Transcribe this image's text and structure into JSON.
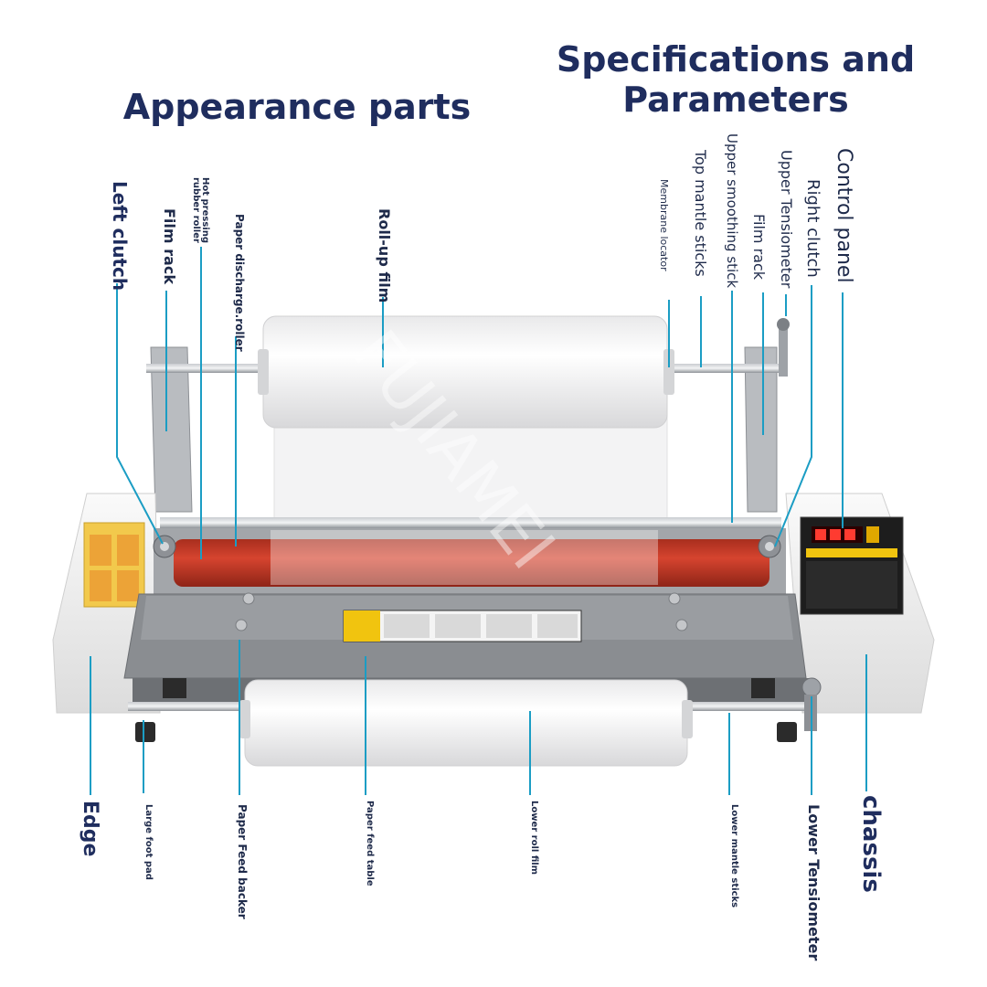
{
  "titles": {
    "appearance": "Appearance parts",
    "specifications": "Specifications and Parameters"
  },
  "labels": {
    "left_clutch": "Left clutch",
    "film_rack_left": "Film rack",
    "hot_pressing_rubber_roller": "Hot pressing rubber roller",
    "paper_discharge_roller": "Paper discharge.roller",
    "roll_up_film": "Roll-up film",
    "membrane_locator": "Membrane locator",
    "top_mantle_sticks": "Top mantle sticks",
    "upper_smoothing_stick": "Upper smoothing stick",
    "film_rack_right": "Film rack",
    "upper_tensiometer": "Upper Tensiometer",
    "right_clutch": "Right clutch",
    "control_panel": "Control panel",
    "edge": "Edge",
    "large_foot_pad": "Large foot pad",
    "paper_feed_backer": "Paper Feed backer",
    "paper_feed_table": "Paper feed table",
    "lower_roll_film": "Lower roll film",
    "lower_mantle_sticks": "Lower mantle sticks",
    "lower_tensiometer": "Lower Tensiometer",
    "chassis": "chassis"
  },
  "watermark": "FUJIAMEI",
  "colors": {
    "title": "#1f2d5e",
    "leader_line": "#1b9dc4",
    "roller_red": "#c0392b",
    "body_gray": "#8a8d91"
  }
}
